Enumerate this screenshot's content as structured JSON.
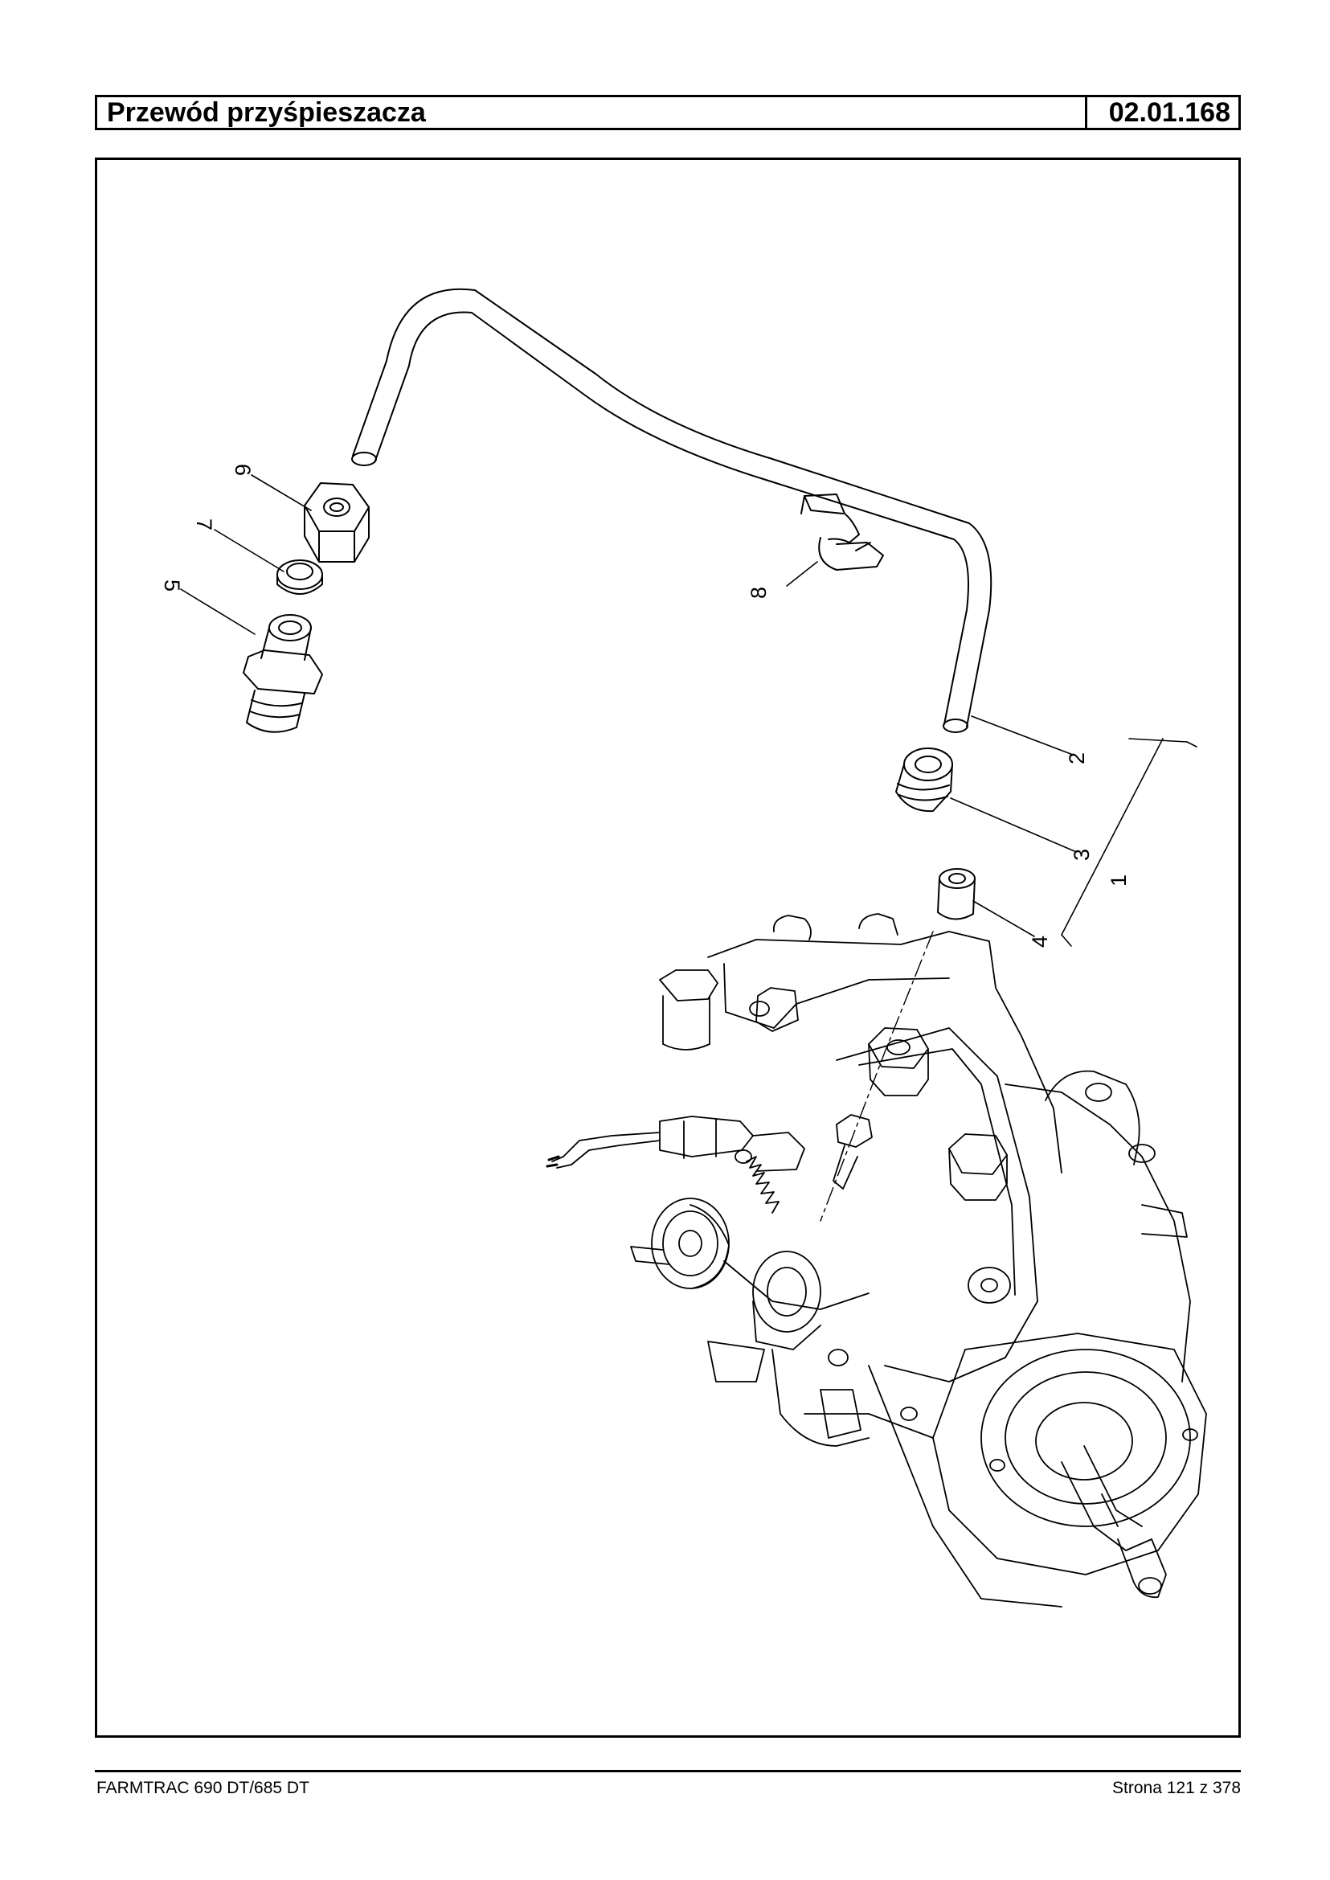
{
  "header": {
    "title": "Przewód przyśpieszacza",
    "code": "02.01.168"
  },
  "callouts": {
    "c1": "1",
    "c2": "2",
    "c3": "3",
    "c4": "4",
    "c5": "5",
    "c6": "6",
    "c7": "7",
    "c8": "8"
  },
  "footer": {
    "model": "FARMTRAC 690 DT/685 DT",
    "page": "Strona 121 z 378"
  }
}
